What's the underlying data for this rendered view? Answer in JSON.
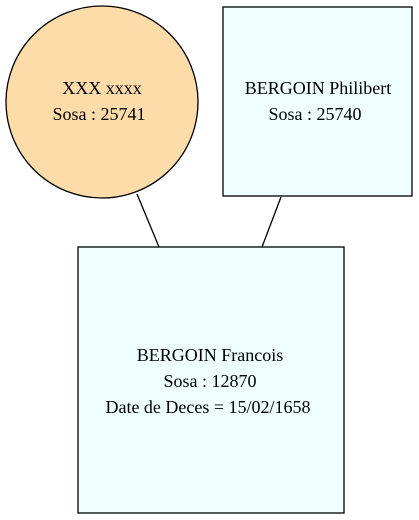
{
  "colors": {
    "female_fill": "#fddcaa",
    "male_fill": "#efffff",
    "stroke": "#000000",
    "background": "#ffffff"
  },
  "nodes": {
    "mother": {
      "name": "XXX xxxx",
      "sosa": "Sosa : 25741"
    },
    "father": {
      "name": "BERGOIN Philibert",
      "sosa": "Sosa : 25740"
    },
    "child": {
      "name": "BERGOIN Francois",
      "sosa": "Sosa : 12870",
      "death": "Date de Deces = 15/02/1658"
    }
  }
}
